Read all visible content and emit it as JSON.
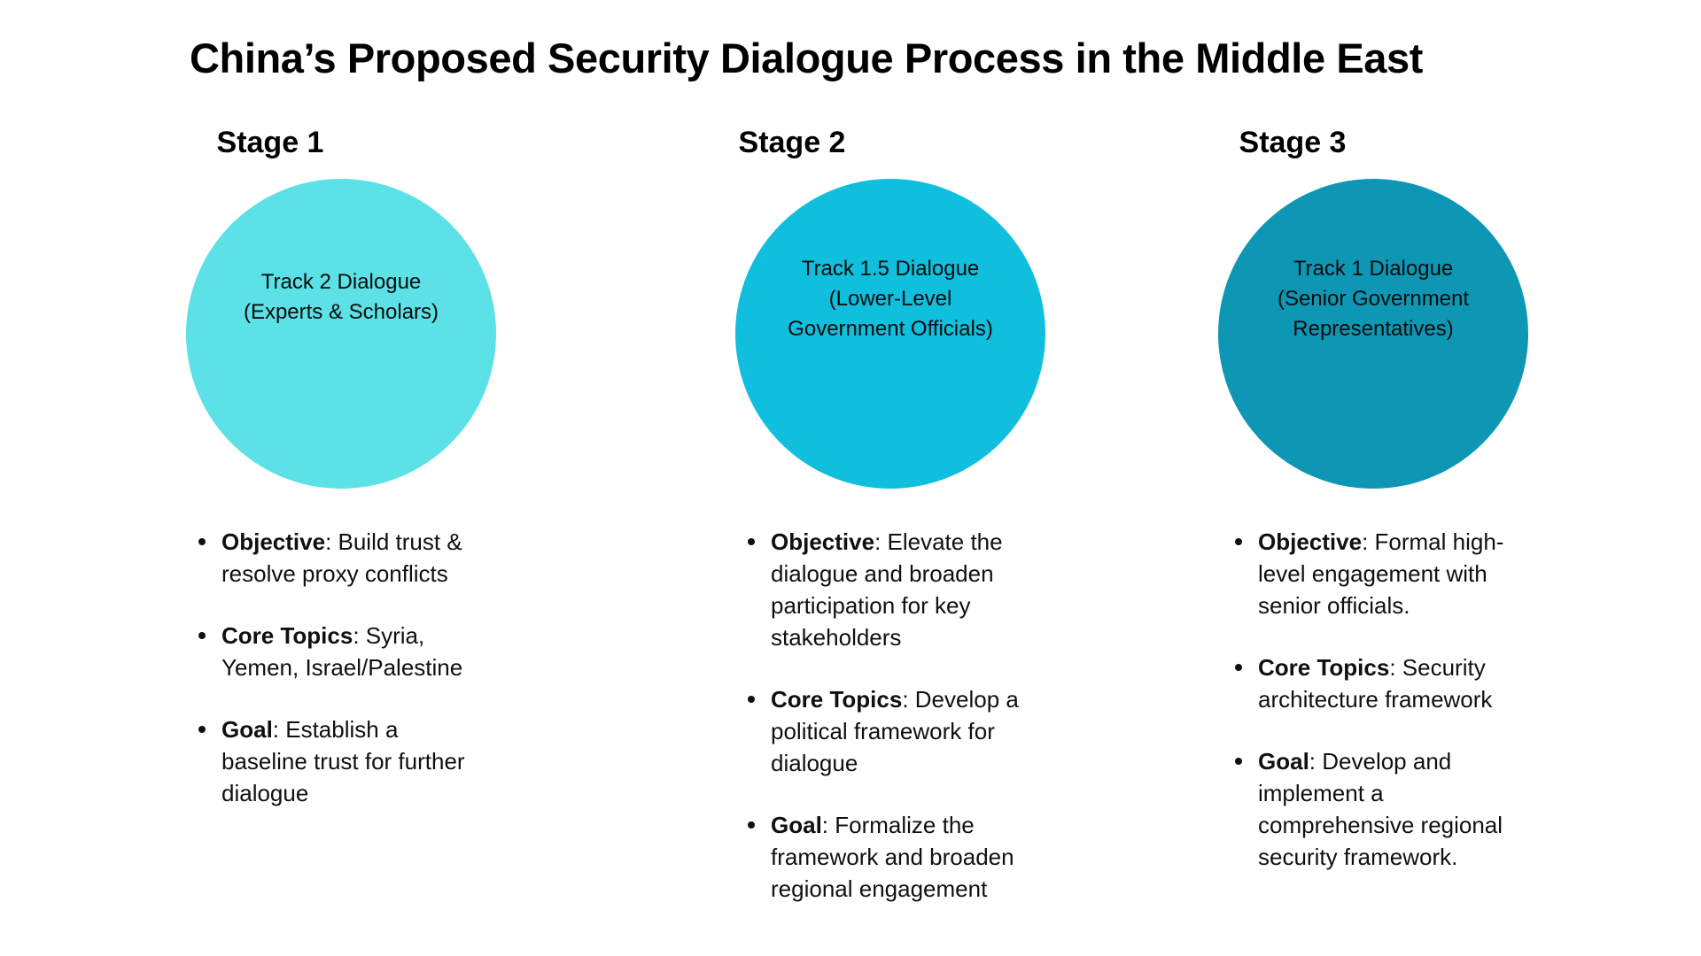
{
  "title": "China’s Proposed Security Dialogue Process in the Middle East",
  "theme": {
    "background": "#ffffff",
    "text": "#101010",
    "stage1_circle": "#5CE1E6",
    "stage2_circle": "#10BEDE",
    "stage3_circle": "#0E97B5"
  },
  "stages": [
    {
      "heading": "Stage 1",
      "circle_color": "#5CE1E6",
      "circle_label": "Track 2 Dialogue\n(Experts & Scholars)",
      "bullets": [
        {
          "label": "Objective",
          "text": ": Build trust & resolve proxy conflicts"
        },
        {
          "label": "Core Topics",
          "text": ": Syria, Yemen, Israel/Palestine"
        },
        {
          "label": "Goal",
          "text": ": Establish a baseline trust for further dialogue"
        }
      ]
    },
    {
      "heading": "Stage 2",
      "circle_color": "#10BEDE",
      "circle_label": "Track 1.5 Dialogue\n(Lower-Level\nGovernment Officials)",
      "bullets": [
        {
          "label": "Objective",
          "text": ": Elevate the dialogue and broaden participation for key stakeholders"
        },
        {
          "label": "Core Topics",
          "text": ": Develop a political framework for dialogue"
        },
        {
          "label": "Goal",
          "text": ":  Formalize the framework and broaden regional engagement"
        }
      ]
    },
    {
      "heading": "Stage 3",
      "circle_color": "#0E97B5",
      "circle_label": "Track 1 Dialogue\n(Senior Government\nRepresentatives)",
      "bullets": [
        {
          "label": "Objective",
          "text": ": Formal high-level engagement with senior officials."
        },
        {
          "label": "Core Topics",
          "text": ": Security architecture framework"
        },
        {
          "label": "Goal",
          "text": ":  Develop and implement a comprehensive regional security framework."
        }
      ]
    }
  ]
}
